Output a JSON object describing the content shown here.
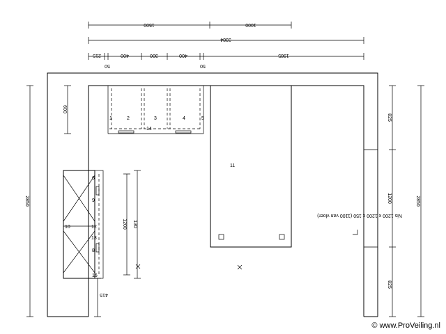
{
  "dimensions": {
    "top_1500": "1500",
    "top_1000": "1000",
    "top_3384": "3384",
    "seg_215": "215",
    "seg_400a": "400",
    "seg_300": "300",
    "seg_400b": "400",
    "seg_1985": "1985",
    "gap_50a": "50",
    "gap_50b": "50",
    "left_2850": "2850",
    "right_2850": "2850",
    "wall_600": "600",
    "right_825_top": "825",
    "right_1200": "1200",
    "right_825_bottom": "825",
    "island_1200": "1200",
    "island_130": "130",
    "bottom_415": "415"
  },
  "labels": {
    "u1": "1",
    "u2": "2",
    "u3": "3",
    "u4": "4",
    "u5": "5",
    "u14": "14",
    "u11": "11",
    "u6": "6",
    "u8": "8",
    "u9": "9",
    "u10": "10",
    "u12": "12",
    "u13": "13",
    "u16": "16"
  },
  "note": "Nis 1200 x 1200 x 150 (1100 van vloer)",
  "watermark": "© www.ProVeiling.nl"
}
